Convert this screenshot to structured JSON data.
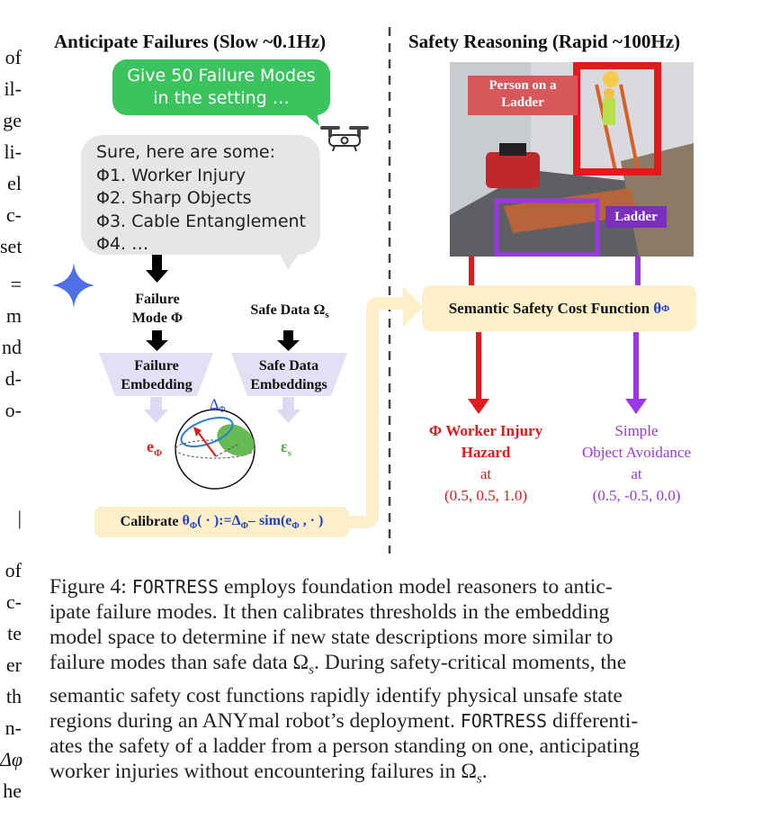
{
  "margin_fragments": [
    "of",
    "il-",
    "ge",
    "li-",
    "el",
    "c-",
    "set",
    "=",
    "m",
    "nd",
    "d-",
    "o-",
    "|",
    "of",
    "c-",
    "te",
    "er",
    "th",
    "n-",
    "Δφ",
    "he"
  ],
  "left_header": "Anticipate Failures (Slow ~0.1Hz)",
  "right_header": "Safety Reasoning (Rapid ~100Hz)",
  "prompt_bubble": {
    "line1": "Give 50 Failure Modes",
    "line2": "in the setting …"
  },
  "response_bubble": {
    "lines": [
      "Sure, here are some:",
      "Φ1. Worker Injury",
      "Φ2. Sharp Objects",
      "Φ3. Cable Entanglement",
      "Φ4. …"
    ]
  },
  "failure_mode_label": {
    "line1": "Failure",
    "line2": "Mode Φ"
  },
  "safe_data_label": {
    "text": "Safe Data Ω",
    "sub": "s"
  },
  "failure_embedding": {
    "line1": "Failure",
    "line2": "Embedding"
  },
  "safe_embeddings": {
    "line1": "Safe Data",
    "line2": "Embeddings"
  },
  "e_phi": {
    "text": "e",
    "sub": "Φ"
  },
  "eps_s": {
    "text": "ε",
    "sub": "s"
  },
  "delta_phi": {
    "text": "Δ",
    "sub": "Φ"
  },
  "calibrate": {
    "prefix": "Calibrate ",
    "theta": "θ",
    "theta_sub": "Φ",
    "args": "( · ):=Δ",
    "delta_sub": "Φ",
    "minus": "– sim(e",
    "e_sub": "Φ",
    "tail": " , · )"
  },
  "photo_tags": {
    "person": [
      "Person on a",
      "Ladder"
    ],
    "ladder": "Ladder"
  },
  "cost_function": {
    "text": "Semantic Safety Cost Function ",
    "theta": "θ",
    "sub": "Φ"
  },
  "output_hazard": {
    "line1": "Φ Worker Injury",
    "line2": "Hazard",
    "line3": "at",
    "line4": "(0.5, 0.5, 1.0)"
  },
  "output_avoid": {
    "line1": "Simple",
    "line2": "Object Avoidance",
    "line3": "at",
    "line4": "(0.5, -0.5, 0.0)"
  },
  "caption": {
    "l1_a": "Figure 4: ",
    "l1_mono": "FORTRESS",
    "l1_b": " employs foundation model reasoners to antic-",
    "l2": "ipate failure modes.  It then calibrates thresholds in the embedding",
    "l3": "model space to determine if new state descriptions more similar to",
    "l4_a": "failure modes than safe data Ω",
    "l4_sub": "s",
    "l4_b": ". During safety-critical moments, the",
    "l5": "semantic safety cost functions rapidly identify physical unsafe state",
    "l6": "regions during an ANYmal robot’s deployment.",
    "l6_mono": "FORTRESS",
    "l6_b": " differenti-",
    "l7": "ates the safety of a ladder from a person standing on one, anticipating",
    "l8_a": "worker injuries without encountering failures in Ω",
    "l8_sub": "s",
    "l8_b": "."
  },
  "colors": {
    "green_bubble": "#3bc45e",
    "red": "#e11b1b",
    "purple": "#9a38e6",
    "blue": "#1f3fd6",
    "cost_box": "#fdf0c8"
  }
}
